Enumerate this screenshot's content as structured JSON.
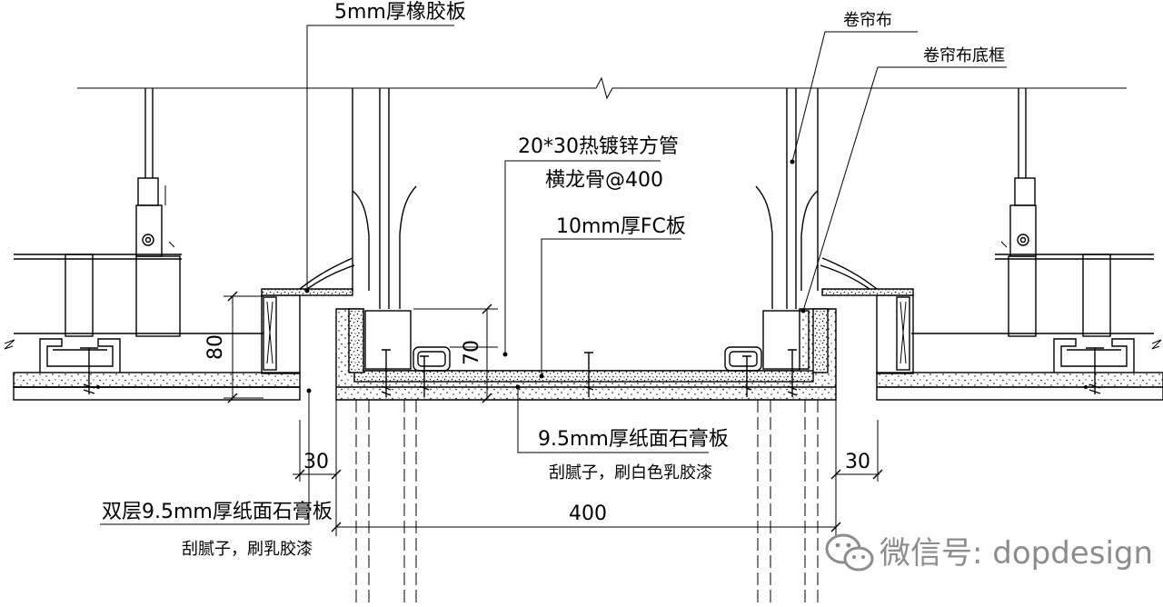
{
  "labels": {
    "rubber_board": "5mm厚橡胶板",
    "roller_cloth": "卷帘布",
    "roller_bottom_frame": "卷帘布底框",
    "square_tube": "20*30热镀锌方管",
    "cross_keel": "横龙骨@400",
    "fc_board": "10mm厚FC板",
    "gypsum_board": "9.5mm厚纸面石膏板",
    "gypsum_finish": "刮腻子，刷白色乳胶漆",
    "double_gypsum": "双层9.5mm厚纸面石膏板",
    "double_finish": "刮腻子，刷乳胶漆"
  },
  "dimensions": {
    "height_80": "80",
    "height_70": "70",
    "offset_left": "30",
    "offset_right": "30",
    "width_400": "400"
  },
  "watermark": {
    "text": "微信号: dopdesign",
    "icon": "wechat-icon"
  }
}
